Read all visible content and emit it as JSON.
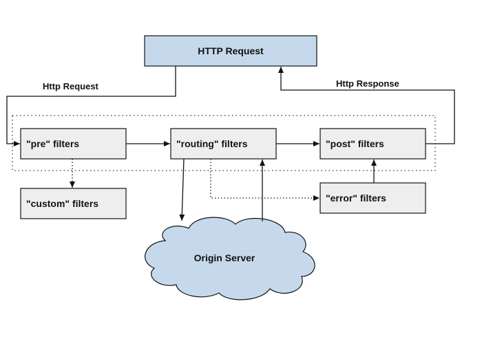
{
  "colors": {
    "http_request_fill": "#c6d9ec",
    "filter_fill": "#eeeeee",
    "cloud_fill": "#c6d9ec",
    "stroke": "#111111"
  },
  "nodes": {
    "http_request": "HTTP Request",
    "pre_filters": "\"pre\" filters",
    "routing_filters": "\"routing\" filters",
    "post_filters": "\"post\" filters",
    "custom_filters": "\"custom\" filters",
    "error_filters": "\"error\" filters",
    "origin_server": "Origin Server"
  },
  "edges": {
    "request_label": "Http Request",
    "response_label": "Http Response"
  }
}
